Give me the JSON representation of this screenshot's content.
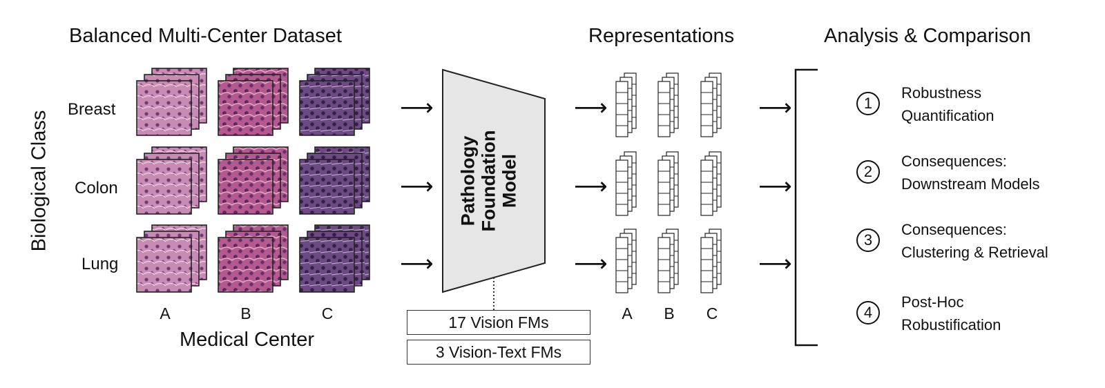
{
  "headings": {
    "dataset": "Balanced Multi-Center Dataset",
    "representations": "Representations",
    "analysis": "Analysis & Comparison"
  },
  "y_axis_title": "Biological Class",
  "x_axis_title": "Medical Center",
  "classes": [
    "Breast",
    "Colon",
    "Lung"
  ],
  "centers": [
    "A",
    "B",
    "C"
  ],
  "model": {
    "line1": "Pathology",
    "line2": "Foundation",
    "line3": "Model"
  },
  "fm_boxes": [
    "17 Vision FMs",
    "3 Vision-Text FMs"
  ],
  "steps": [
    {
      "num": "1",
      "line1": "Robustness",
      "line2": "Quantification"
    },
    {
      "num": "2",
      "line1": "Consequences:",
      "line2": "Downstream Models"
    },
    {
      "num": "3",
      "line1": "Consequences:",
      "line2": "Clustering & Retrieval"
    },
    {
      "num": "4",
      "line1": "Post-Hoc",
      "line2": "Robustification"
    }
  ],
  "arrow_glyph": "⟶",
  "colors": {
    "tissue_center_A": "#c88bb4",
    "tissue_center_B": "#b45a8e",
    "tissue_center_C": "#6d4a83",
    "model_fill": "#e6e6e6",
    "stroke": "#222222"
  }
}
